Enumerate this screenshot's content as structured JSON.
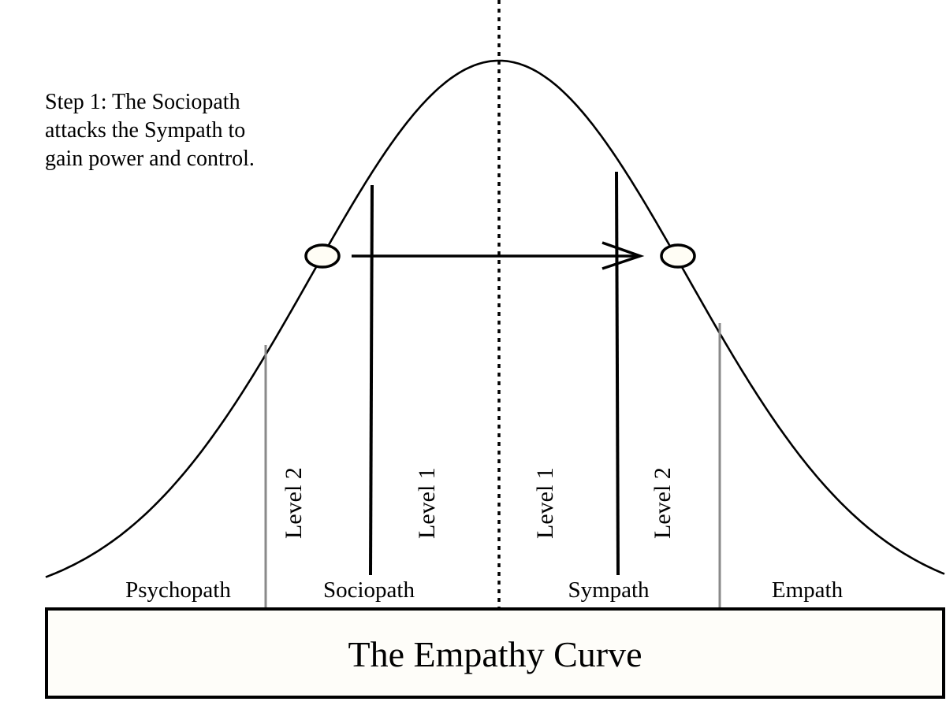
{
  "diagram": {
    "title": "The Empathy Curve",
    "step_text": {
      "lines": [
        "Step 1:  The Sociopath",
        "attacks the Sympath to",
        "gain power and control."
      ]
    },
    "regions": [
      {
        "label": "Psychopath"
      },
      {
        "label": "Sociopath"
      },
      {
        "label": "Sympath"
      },
      {
        "label": "Empath"
      }
    ],
    "levels": [
      {
        "label": "Level 2",
        "side": "sociopath"
      },
      {
        "label": "Level 1",
        "side": "sociopath"
      },
      {
        "label": "Level 1",
        "side": "sympath"
      },
      {
        "label": "Level 2",
        "side": "sympath"
      }
    ],
    "arrow": {
      "from": "Sociopath",
      "to": "Sympath",
      "direction": "right"
    },
    "markers": [
      {
        "shape": "oval",
        "position": "sociopath-on-curve"
      },
      {
        "shape": "oval",
        "position": "sympath-on-curve"
      }
    ],
    "colors": {
      "line": "#000000",
      "divider_grey": "#8a8a8a",
      "box_fill": "#fefdf9",
      "oval_fill": "#fffdf5"
    }
  }
}
